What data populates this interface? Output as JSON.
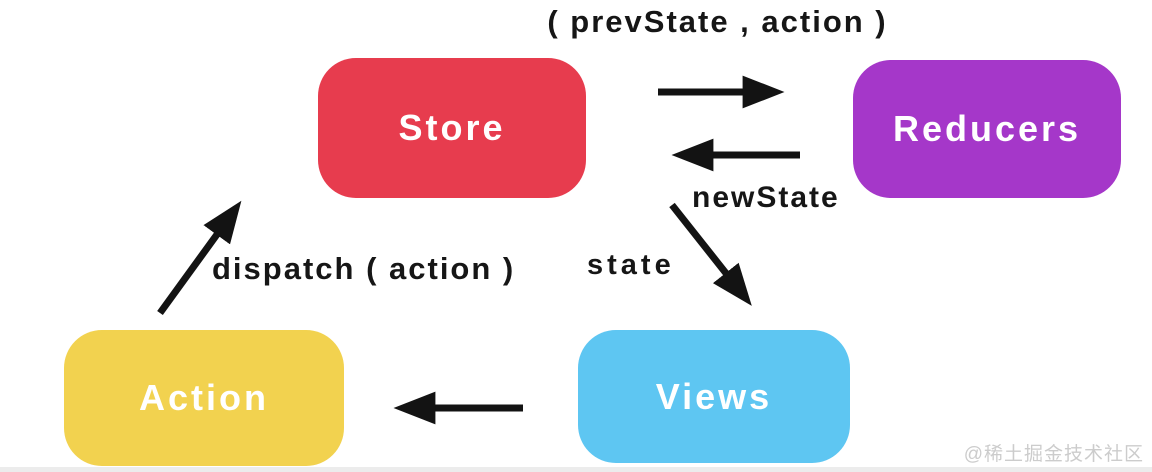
{
  "diagram": {
    "name": "redux-data-flow",
    "nodes": [
      {
        "id": "store",
        "label": "Store",
        "color": "#e73c4e"
      },
      {
        "id": "reducers",
        "label": "Reducers",
        "color": "#a537c9"
      },
      {
        "id": "action",
        "label": "Action",
        "color": "#f2d24f"
      },
      {
        "id": "views",
        "label": "Views",
        "color": "#5ec6f2"
      }
    ],
    "edge_labels": {
      "prev_state_action": "( prevState , action )",
      "new_state": "newState",
      "dispatch_action": "dispatch ( action )",
      "state": "state"
    },
    "edges": [
      {
        "from": "store",
        "to": "reducers",
        "label": "( prevState , action )"
      },
      {
        "from": "reducers",
        "to": "store",
        "label": "newState"
      },
      {
        "from": "store",
        "to": "views",
        "label": "state"
      },
      {
        "from": "views",
        "to": "action",
        "label": ""
      },
      {
        "from": "action",
        "to": "store",
        "label": "dispatch ( action )"
      }
    ],
    "arrow_color": "#131313",
    "node_text_color": "#ffffff",
    "label_text_color": "#161616"
  },
  "watermark": "@稀土掘金技术社区"
}
